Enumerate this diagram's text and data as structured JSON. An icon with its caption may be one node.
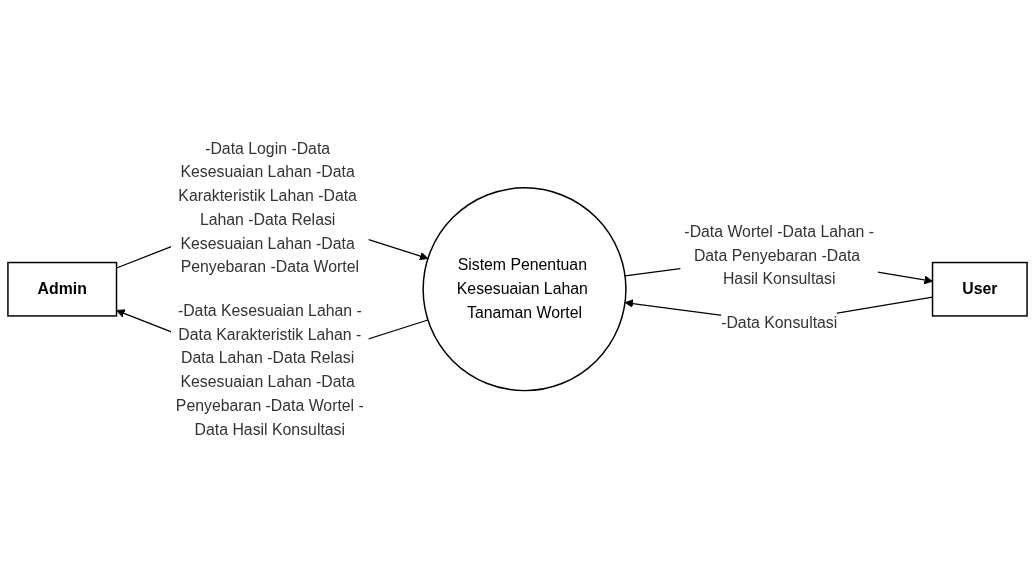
{
  "diagram": {
    "nodes": [
      {
        "text": [
          "Admin"
        ]
      },
      {
        "text": [
          "Sistem Penentuan Kesesuaian Lahan Tanaman Wortel"
        ]
      },
      {
        "text": [
          "User"
        ]
      }
    ],
    "edges": [
      {
        "from": 0,
        "to": 1,
        "arrow": "to",
        "label": "-Data Login -Data Kesesuaian Lahan -Data Karakteristik Lahan -Data Lahan -Data Relasi Kesesuaian Lahan -Data Penyebaran -Data Wortel"
      },
      {
        "from": 1,
        "to": 0,
        "arrow": "to",
        "label": "-Data Kesesuaian Lahan -Data Karakteristik Lahan -Data Lahan -Data Relasi Kesesuaian Lahan -Data Penyebaran -Data Wortel -Data Hasil Konsultasi"
      },
      {
        "from": 1,
        "to": 2,
        "arrow": "to",
        "label": "-Data Wortel -Data Lahan -Data Penyebaran -Data Hasil Konsultasi"
      },
      {
        "from": 2,
        "to": 1,
        "arrow": "to",
        "label": "-Data Konsultasi"
      }
    ]
  }
}
